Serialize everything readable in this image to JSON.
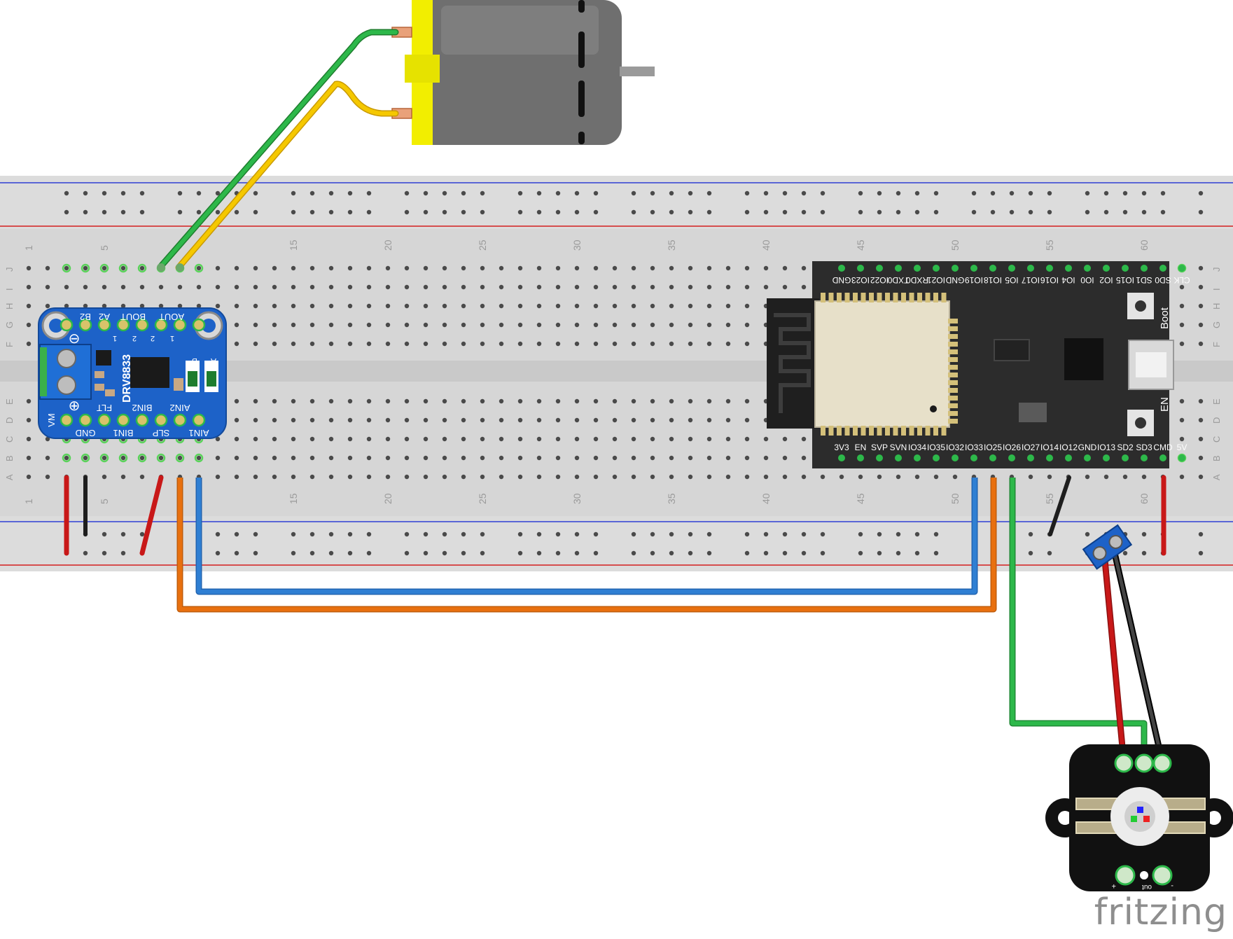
{
  "brand": "fritzing",
  "breadboard": {
    "column_numbers": [
      "1",
      "5",
      "15",
      "20",
      "25",
      "30",
      "35",
      "40",
      "45",
      "50",
      "55",
      "60"
    ],
    "top_rows": [
      "J",
      "I",
      "H",
      "G",
      "F"
    ],
    "bottom_rows": [
      "E",
      "D",
      "C",
      "B",
      "A"
    ]
  },
  "driver": {
    "chip_label": "DRV8833",
    "top_pins": [
      "B2",
      "A2",
      "BOUT",
      "AOUT"
    ],
    "top_sub": [
      "1",
      "2",
      "2",
      "1"
    ],
    "mid_pins": [
      "FLT",
      "BIN2",
      "AIN2"
    ],
    "bottom_pins": [
      "VM",
      "GND",
      "BIN1",
      "SLP",
      "AIN1"
    ],
    "minus": "⊖",
    "plus": "⊕",
    "jumper_b": "B",
    "jumper_a": "A"
  },
  "esp32": {
    "top_pins": [
      "GND",
      "IO23",
      "IO22",
      "TXD0",
      "RXD0",
      "IO21",
      "GND",
      "IO19",
      "IO18",
      "IO5",
      "IO17",
      "IO16",
      "IO4",
      "IO0",
      "IO2",
      "IO15",
      "SD1",
      "SD0",
      "CLK"
    ],
    "bottom_pins": [
      "3V3",
      "EN",
      "SVP",
      "SVN",
      "IO34",
      "IO35",
      "IO32",
      "IO33",
      "IO25",
      "IO26",
      "IO27",
      "IO14",
      "IO12",
      "GND",
      "IO13",
      "SD2",
      "SD3",
      "CMD",
      "5V"
    ],
    "boot_label": "Boot",
    "en_label": "EN"
  },
  "led_module": {
    "pin_plus": "+",
    "pin_out": "out",
    "pin_minus": "-"
  },
  "colors": {
    "breadboard": "#d9d9d9",
    "rail_blue": "#2f3fd3",
    "rail_red": "#d31f1f",
    "driver_pcb": "#1d62c8",
    "esp32_pcb": "#2c2c2c",
    "motor_body": "#6f6f6f",
    "motor_cap": "#f2ee00",
    "wire_green": "#2db84a",
    "wire_yellow": "#f5c800",
    "wire_red": "#c81818",
    "wire_black": "#1e1e1e",
    "wire_blue": "#2f7fd3",
    "wire_orange": "#e8700f"
  }
}
